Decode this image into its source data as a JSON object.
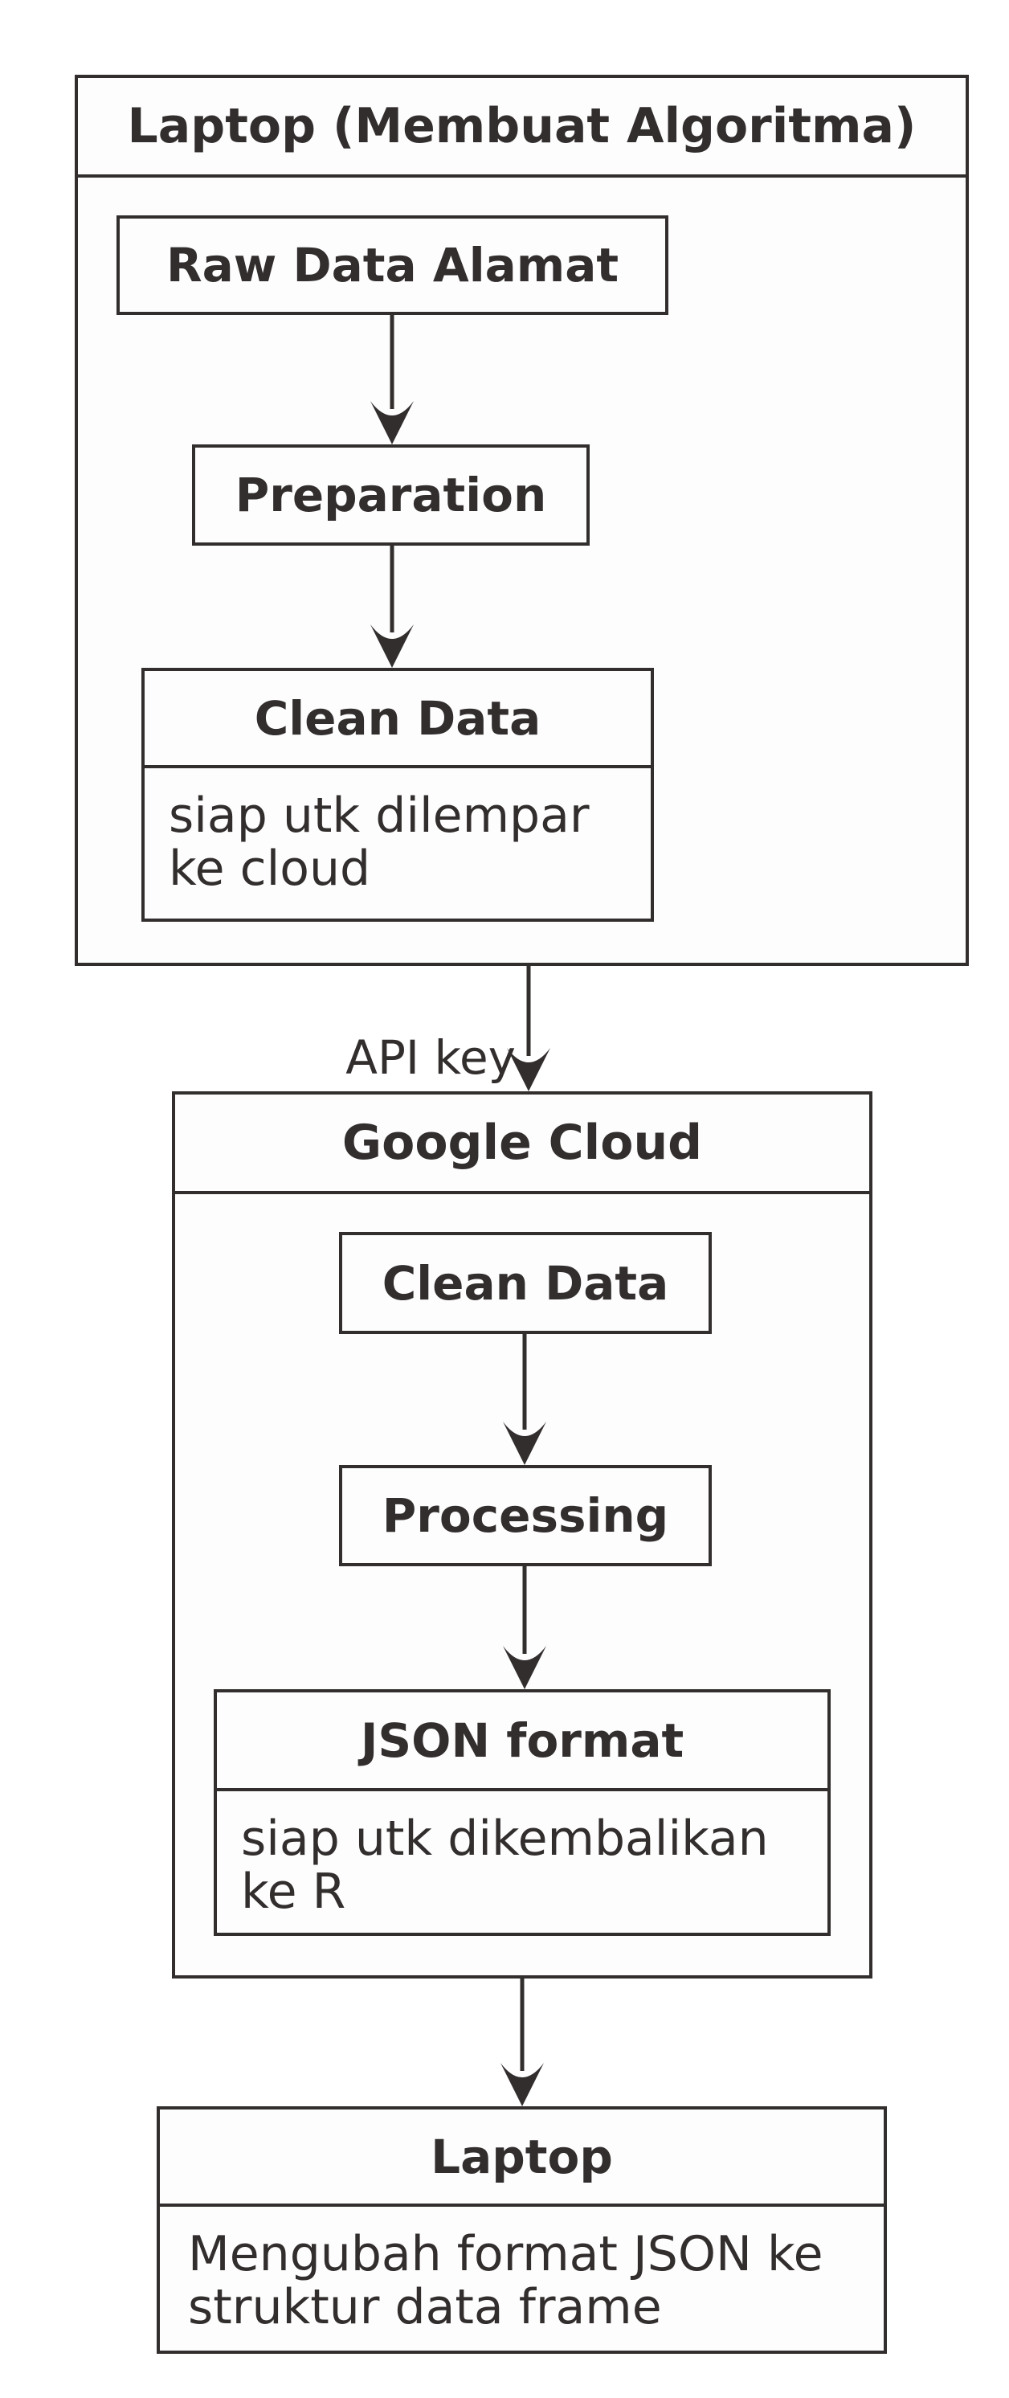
{
  "nodes": {
    "laptop_container": {
      "title": "Laptop (Membuat Algoritma)"
    },
    "raw_data": {
      "label": "Raw Data Alamat"
    },
    "preparation": {
      "label": "Preparation"
    },
    "clean_data_local": {
      "title": "Clean Data",
      "subtitle": "siap utk dilempar ke cloud"
    },
    "google_cloud": {
      "title": "Google Cloud"
    },
    "clean_data_cloud": {
      "label": "Clean Data"
    },
    "processing": {
      "label": "Processing"
    },
    "json_format": {
      "title": "JSON format",
      "subtitle": "siap utk dikembalikan ke R"
    },
    "laptop_result": {
      "title": "Laptop",
      "subtitle": "Mengubah format JSON ke struktur data frame"
    }
  },
  "edges": {
    "api_key_label": "API key"
  },
  "colors": {
    "ink": "#332e2e",
    "paper": "#fdfdfd",
    "background": "#ffffff"
  }
}
